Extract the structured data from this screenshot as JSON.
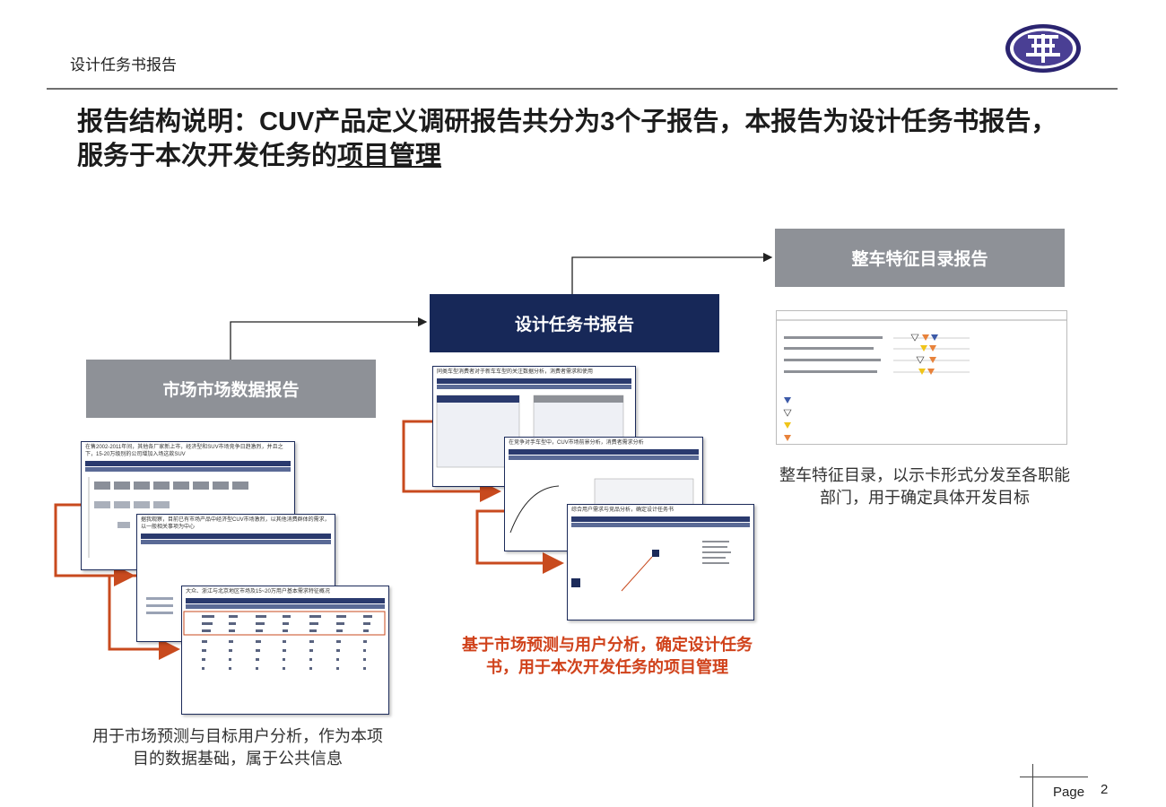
{
  "header": {
    "title": "设计任务书报告"
  },
  "main_title": {
    "text": "报告结构说明：CUV产品定义调研报告共分为3个子报告，本报告为设计任务书报告，服务于本次开发任务的",
    "underlined": "项目管理"
  },
  "boxes": {
    "market": "市场市场数据报告",
    "design": "设计任务书报告",
    "feature": "整车特征目录报告"
  },
  "captions": {
    "market": "用于市场预测与目标用户分析，作为本项目的数据基础，属于公共信息",
    "design": "基于市场预测与用户分析，确定设计任务书，用于本次开发任务的项目管理",
    "feature": "整车特征目录，以示卡形式分发至各职能部门，用于确定具体开发目标"
  },
  "thumbnails": {
    "market_1": "在售2002-2011年间，其他各厂家新上市，经济型和SUV市场竞争日趋激烈，并且之下，15-20万级别的公司增加入场这款SUV",
    "market_2": "据我观察，目前已有市场产品中经济型CUV市场激烈，以其他消费群体的需求，以一般相关事项为中心",
    "market_3": "大众、浙江与北京地区市场及15~20万用户基本需求特征概况",
    "design_1": "同类车型消费者对于新车车型的关注数据分析，消费者需求和使用",
    "design_2": "在竞争对手车型中，CUV市场前景分析，消费者需求分析",
    "design_3": "综合用户需求与竞品分析，确定设计任务书"
  },
  "colors": {
    "navy": "#172858",
    "grey": "#8e9197",
    "arrow_red": "#c84a1e",
    "caption_red": "#d0421b"
  },
  "footer": {
    "page_label": "Page",
    "page_number": "2"
  }
}
